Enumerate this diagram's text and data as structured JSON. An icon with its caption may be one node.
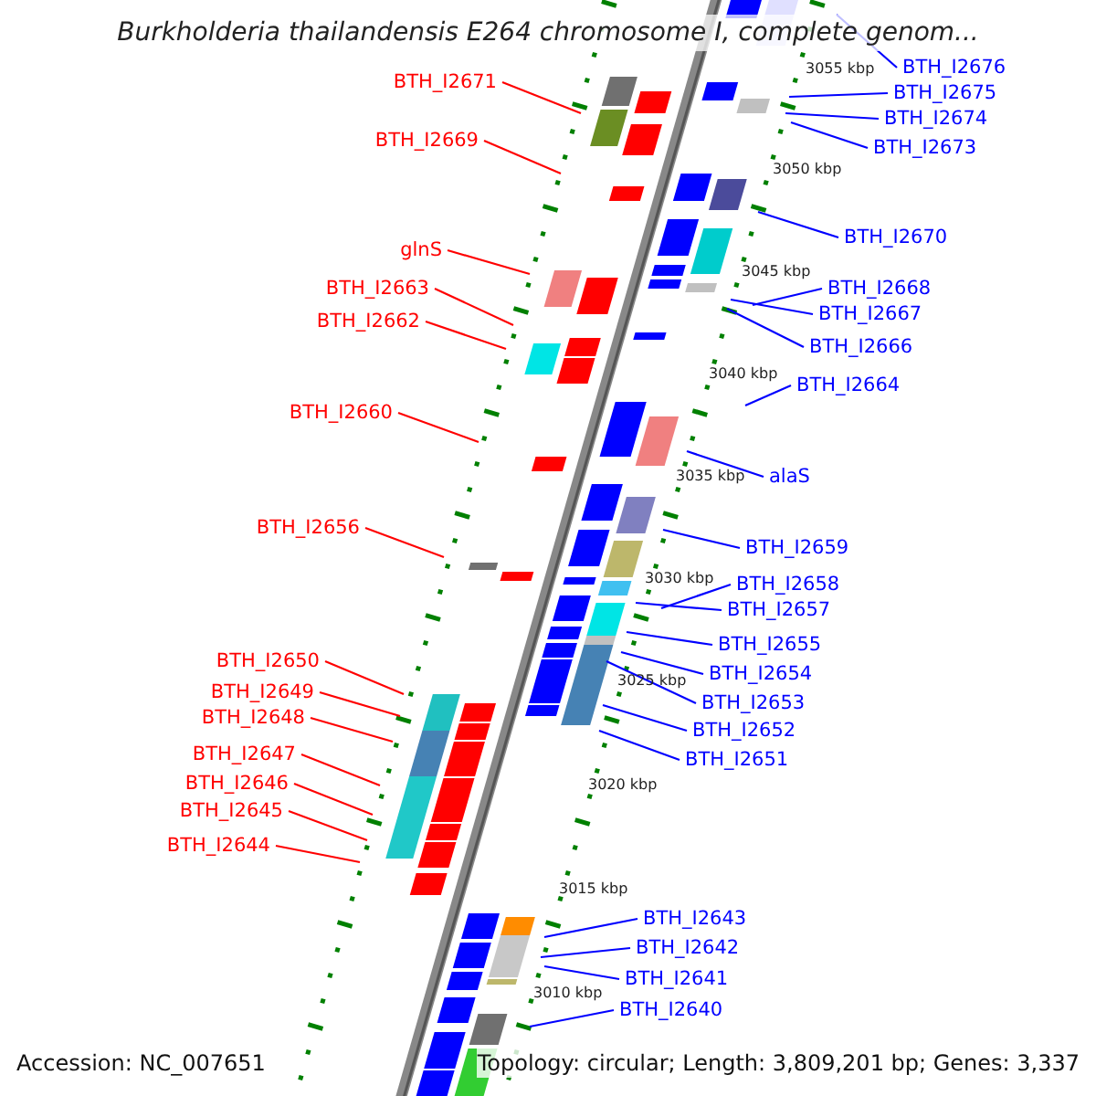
{
  "diagram": {
    "title": "Burkholderia thailandensis E264 chromosome I, complete genom...",
    "nodes": [
      {
        "text": [
          "BTH_I2671"
        ]
      },
      {
        "text": [
          "BTH_I2669"
        ]
      },
      {
        "text": [
          "glnS"
        ]
      },
      {
        "text": [
          "BTH_I2663"
        ]
      },
      {
        "text": [
          "BTH_I2662"
        ]
      },
      {
        "text": [
          "BTH_I2660"
        ]
      },
      {
        "text": [
          "BTH_I2656"
        ]
      },
      {
        "text": [
          "BTH_I2650"
        ]
      },
      {
        "text": [
          "BTH_I2649"
        ]
      },
      {
        "text": [
          "BTH_I2648"
        ]
      },
      {
        "text": [
          "BTH_I2647"
        ]
      },
      {
        "text": [
          "BTH_I2646"
        ]
      },
      {
        "text": [
          "BTH_I2645"
        ]
      },
      {
        "text": [
          "BTH_I2644"
        ]
      },
      {
        "text": [
          "BTH_I2676"
        ]
      },
      {
        "text": [
          "BTH_I2675"
        ]
      },
      {
        "text": [
          "BTH_I2674"
        ]
      },
      {
        "text": [
          "BTH_I2673"
        ]
      },
      {
        "text": [
          "BTH_I2670"
        ]
      },
      {
        "text": [
          "BTH_I2668"
        ]
      },
      {
        "text": [
          "BTH_I2667"
        ]
      },
      {
        "text": [
          "BTH_I2666"
        ]
      },
      {
        "text": [
          "BTH_I2664"
        ]
      },
      {
        "text": [
          "alaS"
        ]
      },
      {
        "text": [
          "BTH_I2659"
        ]
      },
      {
        "text": [
          "BTH_I2658"
        ]
      },
      {
        "text": [
          "BTH_I2657"
        ]
      },
      {
        "text": [
          "BTH_I2655"
        ]
      },
      {
        "text": [
          "BTH_I2654"
        ]
      },
      {
        "text": [
          "BTH_I2653"
        ]
      },
      {
        "text": [
          "BTH_I2652"
        ]
      },
      {
        "text": [
          "BTH_I2651"
        ]
      },
      {
        "text": [
          "BTH_I2643"
        ]
      },
      {
        "text": [
          "BTH_I2642"
        ]
      },
      {
        "text": [
          "BTH_I2641"
        ]
      },
      {
        "text": [
          "BTH_I2640"
        ]
      }
    ],
    "edges": [
      {
        "from": 0,
        "to": null,
        "arrow": "none",
        "color": "#ff0000"
      },
      {
        "from": 1,
        "to": null,
        "arrow": "none",
        "color": "#ff0000"
      },
      {
        "from": 2,
        "to": null,
        "arrow": "none",
        "color": "#ff0000"
      },
      {
        "from": 3,
        "to": null,
        "arrow": "none",
        "color": "#ff0000"
      },
      {
        "from": 4,
        "to": null,
        "arrow": "none",
        "color": "#ff0000"
      },
      {
        "from": 5,
        "to": null,
        "arrow": "none",
        "color": "#ff0000"
      },
      {
        "from": 6,
        "to": null,
        "arrow": "none",
        "color": "#ff0000"
      },
      {
        "from": 7,
        "to": null,
        "arrow": "none",
        "color": "#ff0000"
      },
      {
        "from": 8,
        "to": null,
        "arrow": "none",
        "color": "#ff0000"
      },
      {
        "from": 9,
        "to": null,
        "arrow": "none",
        "color": "#ff0000"
      },
      {
        "from": 10,
        "to": null,
        "arrow": "none",
        "color": "#ff0000"
      },
      {
        "from": 11,
        "to": null,
        "arrow": "none",
        "color": "#ff0000"
      },
      {
        "from": 12,
        "to": null,
        "arrow": "none",
        "color": "#ff0000"
      },
      {
        "from": 13,
        "to": null,
        "arrow": "none",
        "color": "#ff0000"
      },
      {
        "from": 14,
        "to": null,
        "arrow": "none"
      },
      {
        "from": 15,
        "to": null,
        "arrow": "none"
      },
      {
        "from": 16,
        "to": null,
        "arrow": "none"
      },
      {
        "from": 17,
        "to": null,
        "arrow": "none"
      },
      {
        "from": 18,
        "to": null,
        "arrow": "none"
      },
      {
        "from": 19,
        "to": null,
        "arrow": "none"
      },
      {
        "from": 20,
        "to": null,
        "arrow": "none"
      },
      {
        "from": 21,
        "to": null,
        "arrow": "none"
      },
      {
        "from": 22,
        "to": null,
        "arrow": "none"
      },
      {
        "from": 23,
        "to": null,
        "arrow": "none"
      },
      {
        "from": 24,
        "to": null,
        "arrow": "none"
      },
      {
        "from": 25,
        "to": null,
        "arrow": "none"
      },
      {
        "from": 26,
        "to": null,
        "arrow": "none"
      },
      {
        "from": 27,
        "to": null,
        "arrow": "none"
      },
      {
        "from": 28,
        "to": null,
        "arrow": "none"
      },
      {
        "from": 29,
        "to": null,
        "arrow": "none"
      },
      {
        "from": 30,
        "to": null,
        "arrow": "none"
      },
      {
        "from": 31,
        "to": null,
        "arrow": "none"
      },
      {
        "from": 32,
        "to": null,
        "arrow": "none"
      },
      {
        "from": 33,
        "to": null,
        "arrow": "none"
      },
      {
        "from": 34,
        "to": null,
        "arrow": "none"
      },
      {
        "from": 35,
        "to": null,
        "arrow": "none"
      }
    ],
    "labels": [
      "3055 kbp",
      "3050 kbp",
      "3045 kbp",
      "3040 kbp",
      "3035 kbp",
      "3030 kbp",
      "3025 kbp",
      "3020 kbp",
      "3015 kbp",
      "3010 kbp",
      "Accession: NC_007651",
      "Topology: circular; Length: 3,809,201 bp; Genes: 3,337"
    ]
  }
}
